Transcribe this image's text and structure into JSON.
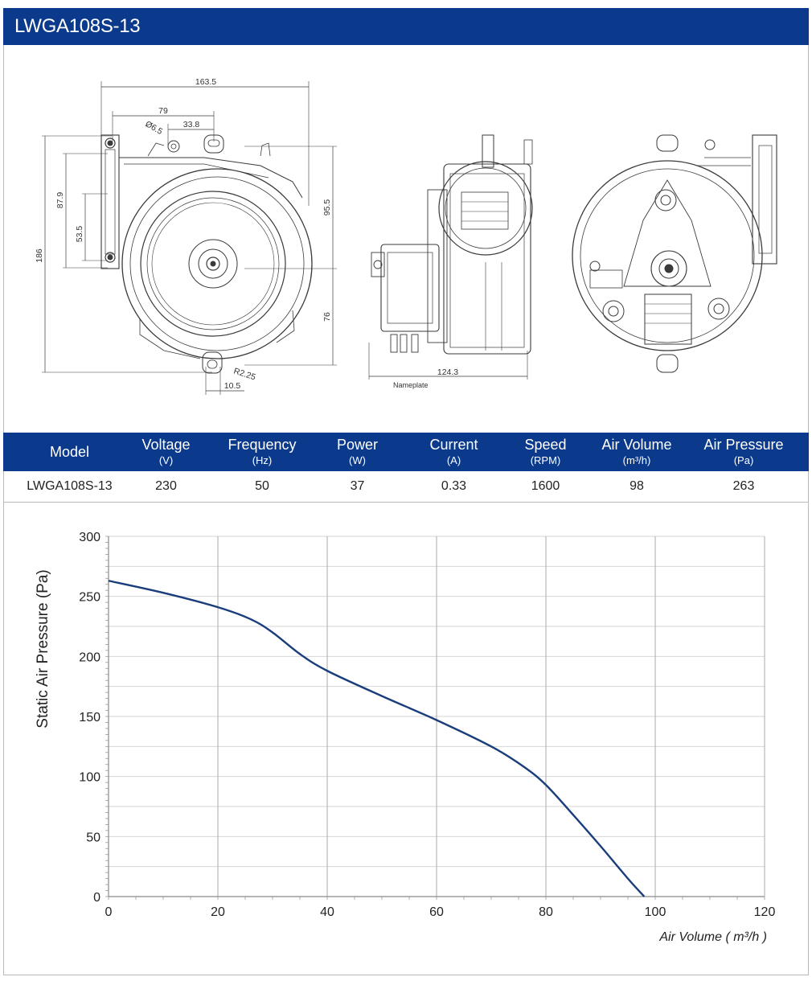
{
  "header": {
    "title": "LWGA108S-13"
  },
  "drawing": {
    "dims": {
      "overall_width": "163.5",
      "hole_offset": "79",
      "hole_dia": "Ø6.5",
      "hole_spacing": "33.8",
      "height": "186",
      "outlet_height": "87.9",
      "outlet_inner": "53.5",
      "upper_height": "95.5",
      "lower_height": "76",
      "radius": "R2.25",
      "slot_width": "10.5",
      "depth": "124.3"
    },
    "nameplate_label": "Nameplate"
  },
  "specs": {
    "columns": [
      {
        "label": "Model",
        "unit": ""
      },
      {
        "label": "Voltage",
        "unit": "(V)"
      },
      {
        "label": "Frequency",
        "unit": "(Hz)"
      },
      {
        "label": "Power",
        "unit": "(W)"
      },
      {
        "label": "Current",
        "unit": "(A)"
      },
      {
        "label": "Speed",
        "unit": "(RPM)"
      },
      {
        "label": "Air Volume",
        "unit": "(m³/h)"
      },
      {
        "label": "Air Pressure",
        "unit": "(Pa)"
      }
    ],
    "row": [
      "LWGA108S-13",
      "230",
      "50",
      "37",
      "0.33",
      "1600",
      "98",
      "263"
    ]
  },
  "chart_data": {
    "type": "line",
    "title": "",
    "xlabel": "Air Volume ( m³/h )",
    "ylabel": "Static Air Pressure  (Pa)",
    "xlim": [
      0,
      120
    ],
    "ylim": [
      0,
      300
    ],
    "xticks": [
      "0",
      "20",
      "40",
      "60",
      "80",
      "100",
      "120"
    ],
    "yticks": [
      "0",
      "50",
      "100",
      "150",
      "200",
      "250",
      "300"
    ],
    "grid": true,
    "series": [
      {
        "color": "#1a3d7c",
        "x": [
          0,
          10,
          20,
          26,
          30,
          35,
          40,
          50,
          60,
          70,
          76,
          80,
          85,
          90,
          95,
          98
        ],
        "y": [
          263,
          253,
          241,
          231,
          220,
          202,
          188,
          167,
          147,
          125,
          108,
          93,
          68,
          42,
          15,
          0
        ]
      }
    ]
  }
}
